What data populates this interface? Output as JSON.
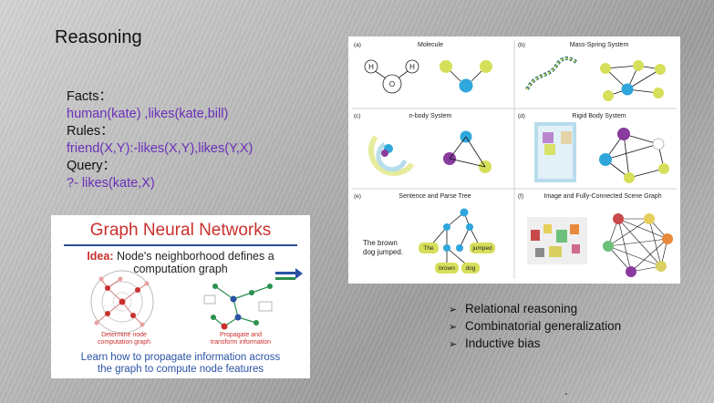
{
  "slide": {
    "title": "Reasoning",
    "facts_label": "Facts：",
    "facts_value": "human(kate) ,likes(kate,bill)",
    "rules_label": "Rules：",
    "rules_value": "friend(X,Y):-likes(X,Y),likes(Y,X)",
    "query_label": "Query：",
    "query_value": "?- likes(kate,X)"
  },
  "gnn_card": {
    "heading": "Graph Neural Networks",
    "idea_bold": "Idea:",
    "idea_text": " Node's neighborhood defines a",
    "idea_text2": "computation graph",
    "left_caption_1": "Determine node",
    "left_caption_2": "computation graph",
    "right_caption_1": "Propagate and",
    "right_caption_2": "transform information",
    "bottom_1": "Learn how to propagate information across",
    "bottom_2": "the graph to compute node features"
  },
  "figure": {
    "panels": [
      {
        "letter": "(a)",
        "title": "Molecule"
      },
      {
        "letter": "(b)",
        "title": "Mass-Spring System"
      },
      {
        "letter": "(c)",
        "title": "n-body System"
      },
      {
        "letter": "(d)",
        "title": "Rigid Body System"
      },
      {
        "letter": "(e)",
        "title": "Sentence and Parse Tree"
      },
      {
        "letter": "(f)",
        "title": "Image and Fully-Connected Scene Graph"
      }
    ],
    "atoms": [
      "H",
      "H",
      "O"
    ],
    "sentence_1": "The brown",
    "sentence_2": "dog jumped.",
    "tree_words": [
      "The",
      "jumped",
      "brown",
      "dog"
    ]
  },
  "bullets": [
    "Relational reasoning",
    "Combinatorial generalization",
    "Inductive bias"
  ],
  "colors": {
    "logic_purple": "#6a2fb8",
    "gnn_red": "#c9302c",
    "gnn_blue": "#2a52a4",
    "node_blue": "#2fa6dc",
    "node_yellow": "#d6df5a",
    "node_purple": "#8a3b9e"
  }
}
